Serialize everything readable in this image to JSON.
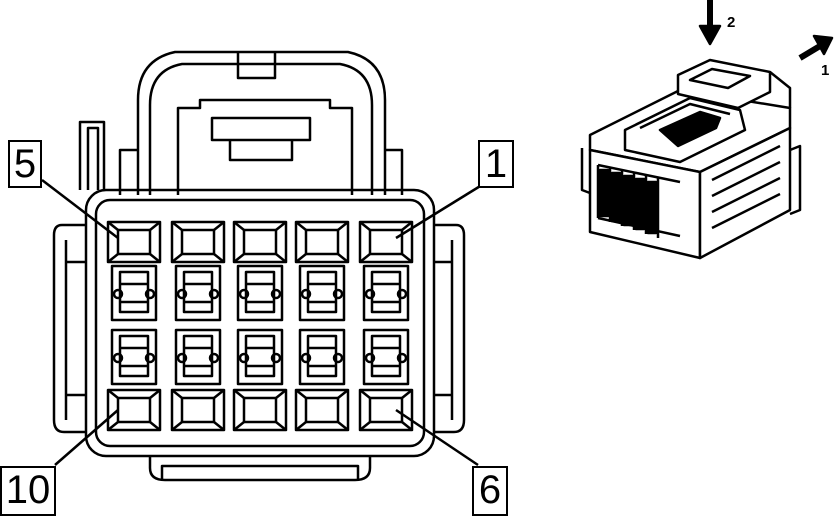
{
  "connector_face": {
    "pin_labels": {
      "top_left": "5",
      "top_right": "1",
      "bottom_left": "10",
      "bottom_right": "6"
    },
    "rows": 2,
    "columns": 5
  },
  "isometric_view": {
    "arrow_labels": {
      "push": "2",
      "slide": "1"
    }
  }
}
